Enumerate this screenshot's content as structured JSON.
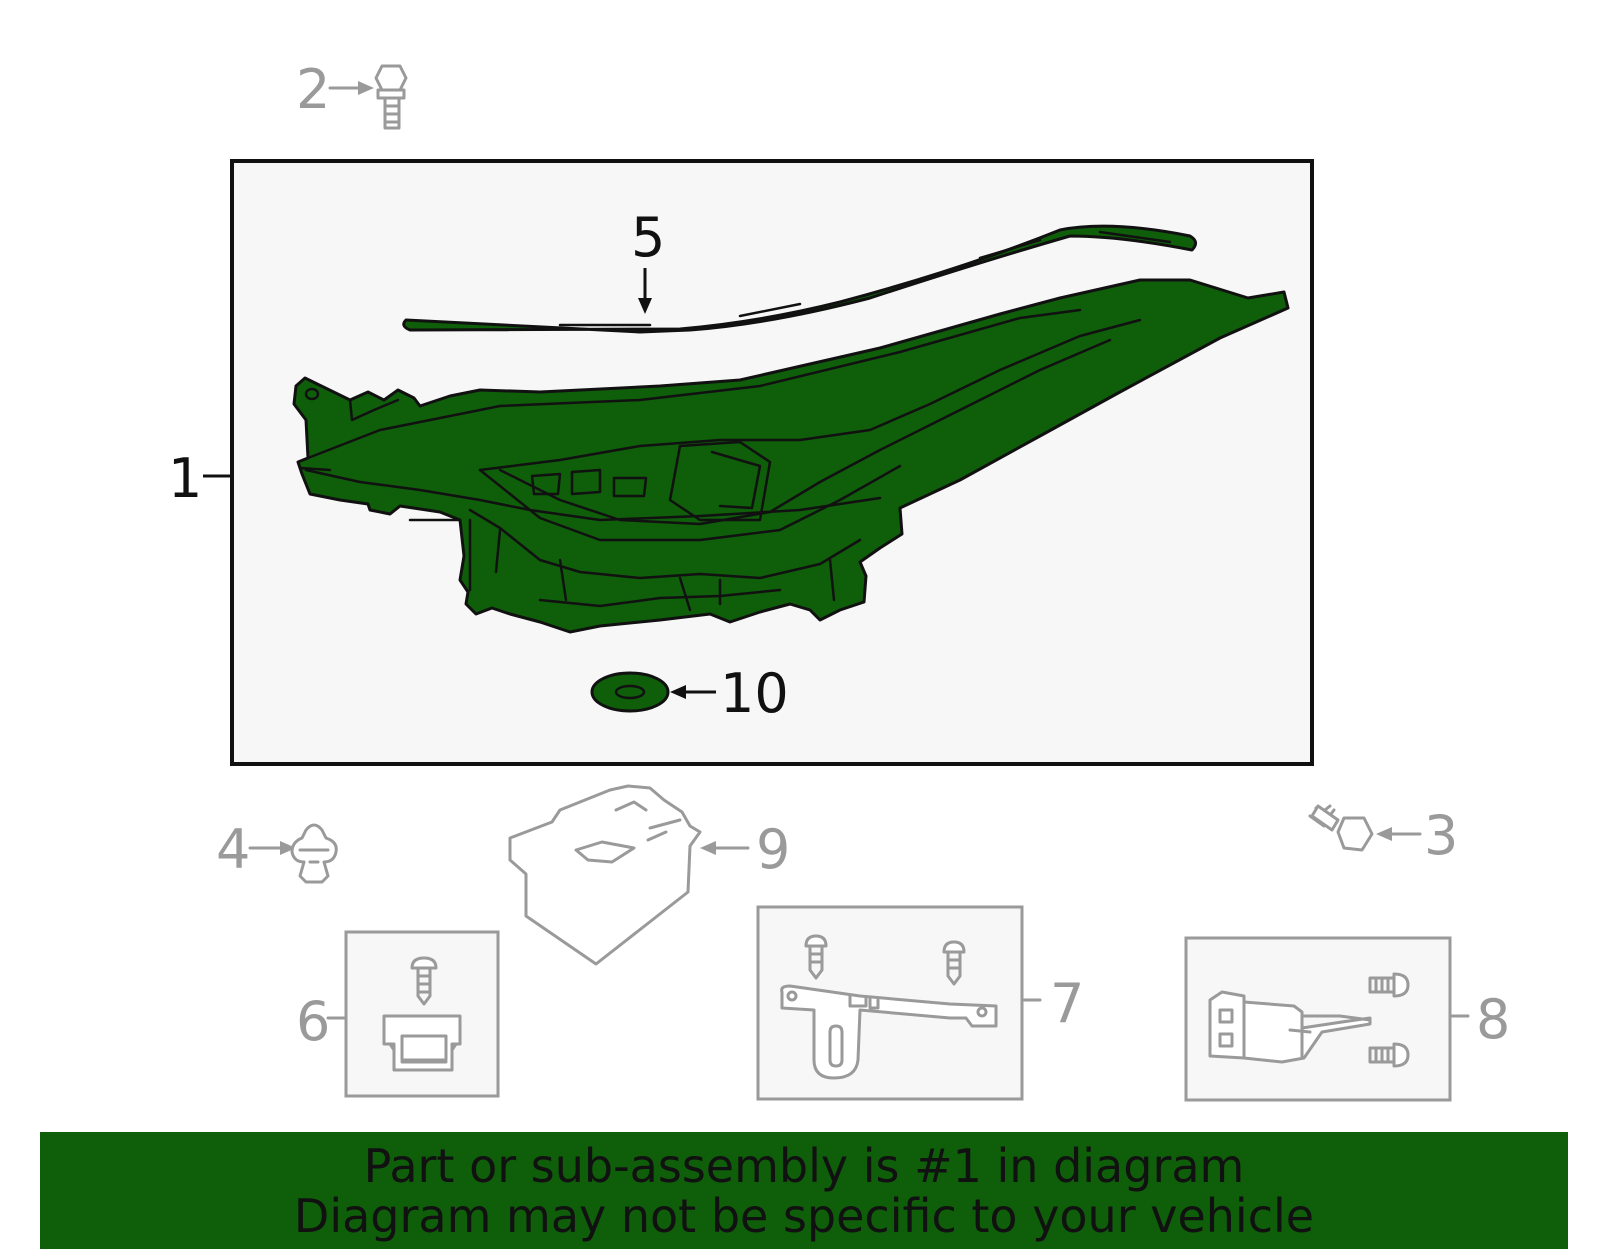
{
  "colors": {
    "highlight": "#0f5e0a",
    "outline": "#111111",
    "inactive": "#9a9a9a",
    "box_fill": "#f7f7f7"
  },
  "callouts": {
    "part_1": "1",
    "part_2": "2",
    "part_3": "3",
    "part_4": "4",
    "part_5": "5",
    "part_6": "6",
    "part_7": "7",
    "part_8": "8",
    "part_9": "9",
    "part_10": "10"
  },
  "footer": {
    "line1": "Part or sub-assembly is #1 in diagram",
    "line2": "Diagram may not be specific to your vehicle"
  }
}
